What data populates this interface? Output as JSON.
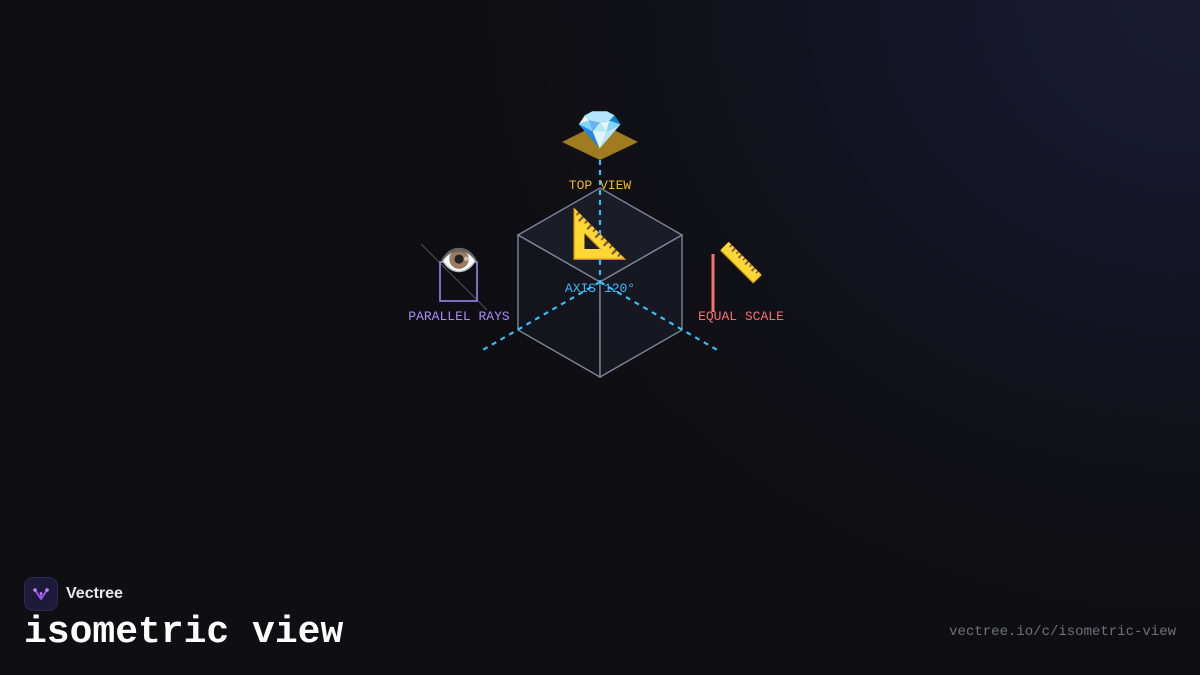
{
  "diagram": {
    "top_label": "TOP VIEW",
    "axis_label": "AXIS 120°",
    "left_label": "PARALLEL RAYS",
    "right_label": "EQUAL SCALE",
    "top_icon": "💎",
    "center_icon": "📐",
    "left_icon": "👁️",
    "right_icon": "📏",
    "colors": {
      "top": "#f0b429",
      "axis": "#38bdf8",
      "left": "#a78bfa",
      "right": "#f87171",
      "cube_edge": "#7b8599"
    }
  },
  "footer": {
    "brand_name": "Vectree",
    "brand_icon": "vectree-logo-icon",
    "title": "isometric view",
    "url": "vectree.io/c/isometric-view"
  }
}
